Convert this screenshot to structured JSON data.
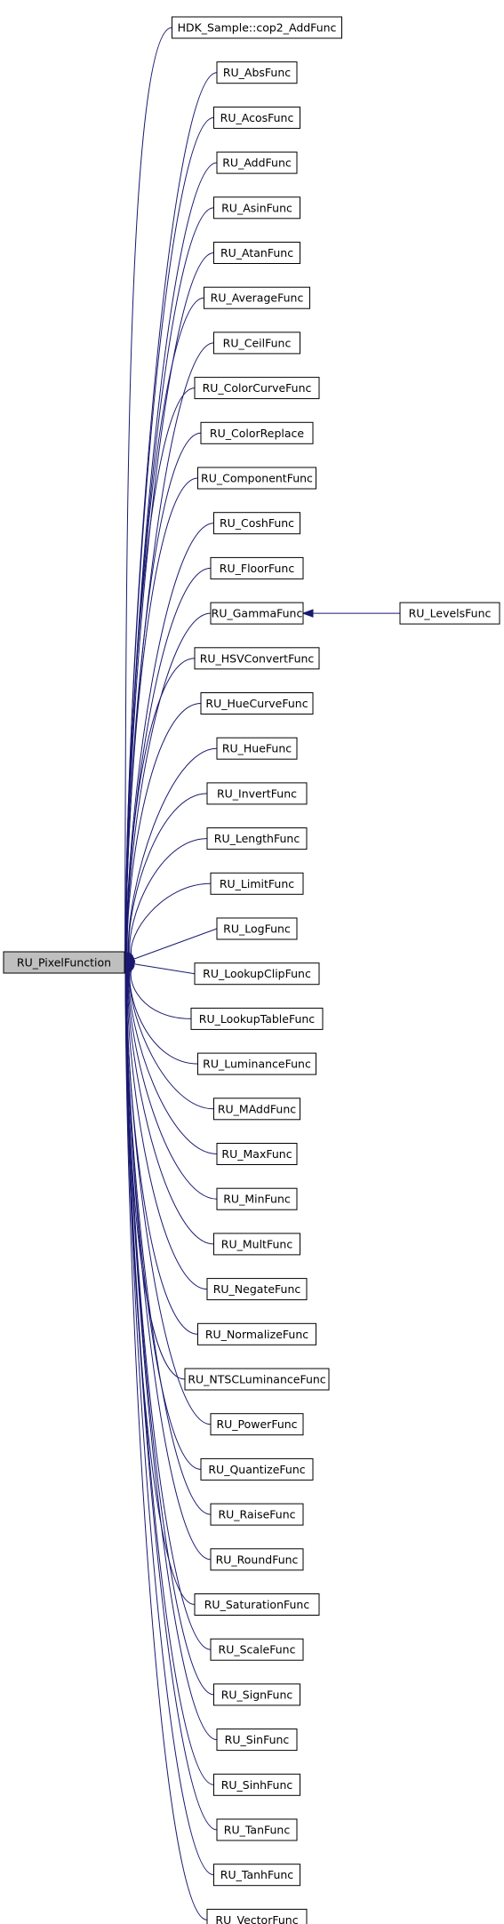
{
  "diagram": {
    "root": "RU_PixelFunction",
    "nodes": [
      "HDK_Sample::cop2_AddFunc",
      "RU_AbsFunc",
      "RU_AcosFunc",
      "RU_AddFunc",
      "RU_AsinFunc",
      "RU_AtanFunc",
      "RU_AverageFunc",
      "RU_CeilFunc",
      "RU_ColorCurveFunc",
      "RU_ColorReplace",
      "RU_ComponentFunc",
      "RU_CoshFunc",
      "RU_FloorFunc",
      "RU_GammaFunc",
      "RU_HSVConvertFunc",
      "RU_HueCurveFunc",
      "RU_HueFunc",
      "RU_InvertFunc",
      "RU_LengthFunc",
      "RU_LimitFunc",
      "RU_LogFunc",
      "RU_LookupClipFunc",
      "RU_LookupTableFunc",
      "RU_LuminanceFunc",
      "RU_MAddFunc",
      "RU_MaxFunc",
      "RU_MinFunc",
      "RU_MultFunc",
      "RU_NegateFunc",
      "RU_NormalizeFunc",
      "RU_NTSCLuminanceFunc",
      "RU_PowerFunc",
      "RU_QuantizeFunc",
      "RU_RaiseFunc",
      "RU_RoundFunc",
      "RU_SaturationFunc",
      "RU_ScaleFunc",
      "RU_SignFunc",
      "RU_SinFunc",
      "RU_SinhFunc",
      "RU_TanFunc",
      "RU_TanhFunc",
      "RU_VectorFunc"
    ],
    "grandchild": {
      "label": "RU_LevelsFunc",
      "parent": "RU_GammaFunc"
    }
  }
}
